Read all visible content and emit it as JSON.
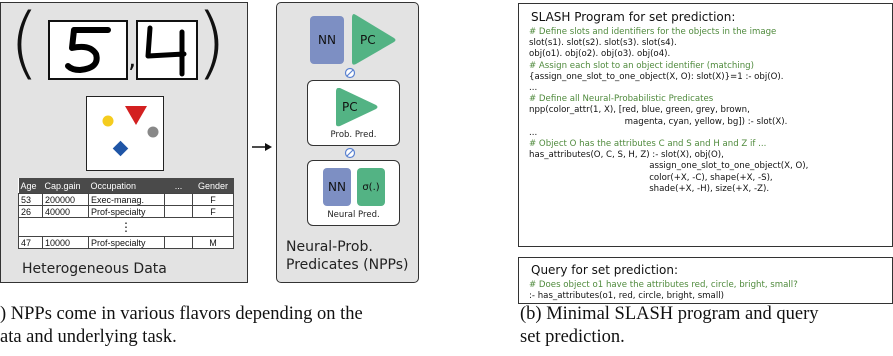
{
  "panel_a": {
    "npp_panel_title_line1": "Neural-Prob.",
    "npp_panel_title_line2": "Predicates (NPPs)",
    "hetero_label": "Heterogeneous Data",
    "table": {
      "headers": [
        "Age",
        "Cap.gain",
        "Occupation",
        "...",
        "Gender"
      ],
      "rows": [
        [
          "53",
          "200000",
          "Exec-manag.",
          "",
          "F"
        ],
        [
          "26",
          "40000",
          "Prof-specialty",
          "",
          "F"
        ],
        [
          "⋮"
        ],
        [
          "47",
          "10000",
          "Prof-specialty",
          "",
          "M"
        ]
      ]
    },
    "digits": [
      "5",
      "4"
    ],
    "comma": ",",
    "paren_open": "(",
    "paren_close": ")",
    "npp_top": {
      "nn": "NN",
      "pc": "PC"
    },
    "npp_mid": {
      "pc": "PC",
      "label": "Prob. Pred."
    },
    "npp_bot": {
      "nn": "NN",
      "sigma": "σ(.)",
      "label": "Neural Pred."
    },
    "caption_line1": ") NPPs come in various flavors depending on the",
    "caption_line2": "ata and underlying task.",
    "colors": {
      "nn_blue": "#7d8fc3",
      "pc_green": "#53b384",
      "triangle_red": "#d32020",
      "dot_yellow": "#f5cc1e",
      "dot_gray": "#888888",
      "diamond_blue": "#1f55a6"
    }
  },
  "panel_b": {
    "program_title": "SLASH Program for set prediction:",
    "program_lines": [
      {
        "text": "# Define slots and identifiers for the objects in the image",
        "comment": true
      },
      {
        "text": "slot(s1). slot(s2). slot(s3). slot(s4).",
        "comment": false
      },
      {
        "text": "obj(o1). obj(o2). obj(o3). obj(o4).",
        "comment": false
      },
      {
        "text": "# Assign each slot to an object identifier (matching)",
        "comment": true
      },
      {
        "text": "{assign_one_slot_to_one_object(X, O): slot(X)}=1 :- obj(O).",
        "comment": false
      },
      {
        "text": "...",
        "comment": false
      },
      {
        "text": "# Define all Neural-Probabilistic Predicates",
        "comment": true
      },
      {
        "text": "npp(color_attr(1, X), [red, blue, green, grey, brown,",
        "comment": false
      },
      {
        "text": "                                   magenta, cyan, yellow, bg]) :- slot(X).",
        "comment": false
      },
      {
        "text": "...",
        "comment": false
      },
      {
        "text": "# Object O has the attributes C and S and H and Z if ...",
        "comment": true
      },
      {
        "text": "has_attributes(O, C, S, H, Z) :- slot(X), obj(O),",
        "comment": false
      },
      {
        "text": "                                            assign_one_slot_to_one_object(X, O),",
        "comment": false
      },
      {
        "text": "                                            color(+X, -C), shape(+X, -S),",
        "comment": false
      },
      {
        "text": "                                            shade(+X, -H), size(+X, -Z).",
        "comment": false
      }
    ],
    "query_title": "Query for set prediction:",
    "query_lines": [
      {
        "text": "# Does object o1 have the attributes red, circle, bright, small?",
        "comment": true
      },
      {
        "text": ":- has_attributes(o1, red, circle, bright, small)",
        "comment": false
      }
    ],
    "caption_line1": "(b) Minimal SLASH program and query",
    "caption_line2": "set prediction."
  }
}
